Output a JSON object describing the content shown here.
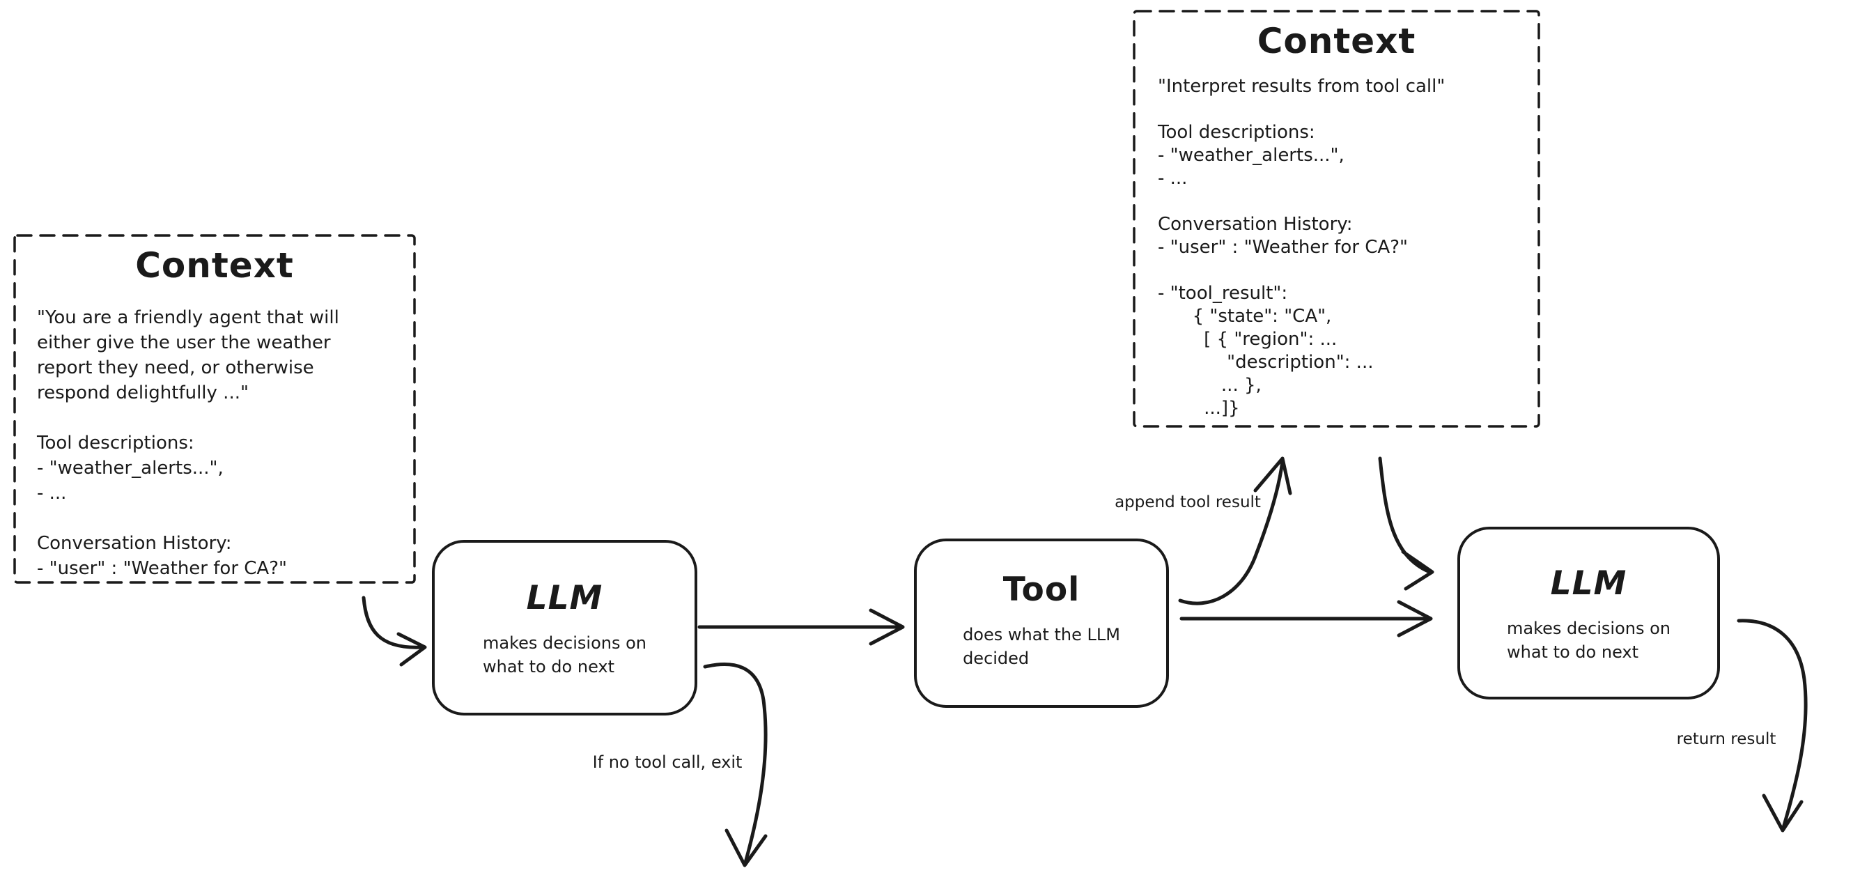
{
  "diagram": {
    "colors": {
      "stroke": "#1a1a1a",
      "background": "#ffffff"
    },
    "context_left": {
      "title": "Context",
      "lines": [
        "\"You are a friendly agent that will",
        "either give the user the weather",
        "report they need, or otherwise",
        "respond delightfully ...\"",
        "",
        "Tool descriptions:",
        "- \"weather_alerts...\",",
        "- ...",
        "",
        "Conversation History:",
        "- \"user\" : \"Weather for CA?\""
      ]
    },
    "context_top": {
      "title": "Context",
      "lines": [
        "\"Interpret results from tool call\"",
        "",
        "Tool descriptions:",
        "- \"weather_alerts...\",",
        "- ...",
        "",
        "Conversation History:",
        "- \"user\" : \"Weather for CA?\"",
        "",
        "- \"tool_result\":",
        "      { \"state\": \"CA\",",
        "        [ { \"region\": ...",
        "            \"description\": ...",
        "           ... },",
        "        ...]}"
      ]
    },
    "llm_1": {
      "title": "LLM",
      "description": "makes decisions on\nwhat to do next"
    },
    "tool": {
      "title": "Tool",
      "description": "does what the LLM\ndecided"
    },
    "llm_2": {
      "title": "LLM",
      "description": "makes decisions on\nwhat to do next"
    },
    "edge_labels": {
      "append_tool_result": "append tool result",
      "if_no_tool_call": "If no tool call, exit",
      "return_result": "return result"
    }
  }
}
